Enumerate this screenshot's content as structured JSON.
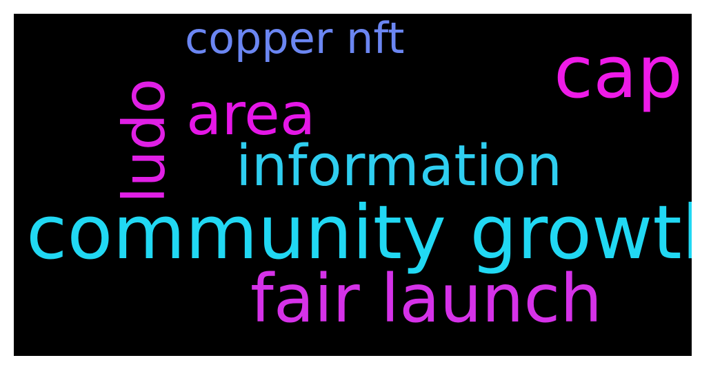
{
  "words": [
    {
      "text": "copper nft",
      "color": "#6b86f2"
    },
    {
      "text": "cap",
      "color": "#ee1be8"
    },
    {
      "text": "area",
      "color": "#e517e7"
    },
    {
      "text": "ludo",
      "color": "#e020e5"
    },
    {
      "text": "information",
      "color": "#2fcef0"
    },
    {
      "text": "community growth",
      "color": "#21d8f3"
    },
    {
      "text": "fair launch",
      "color": "#d532e8"
    }
  ]
}
